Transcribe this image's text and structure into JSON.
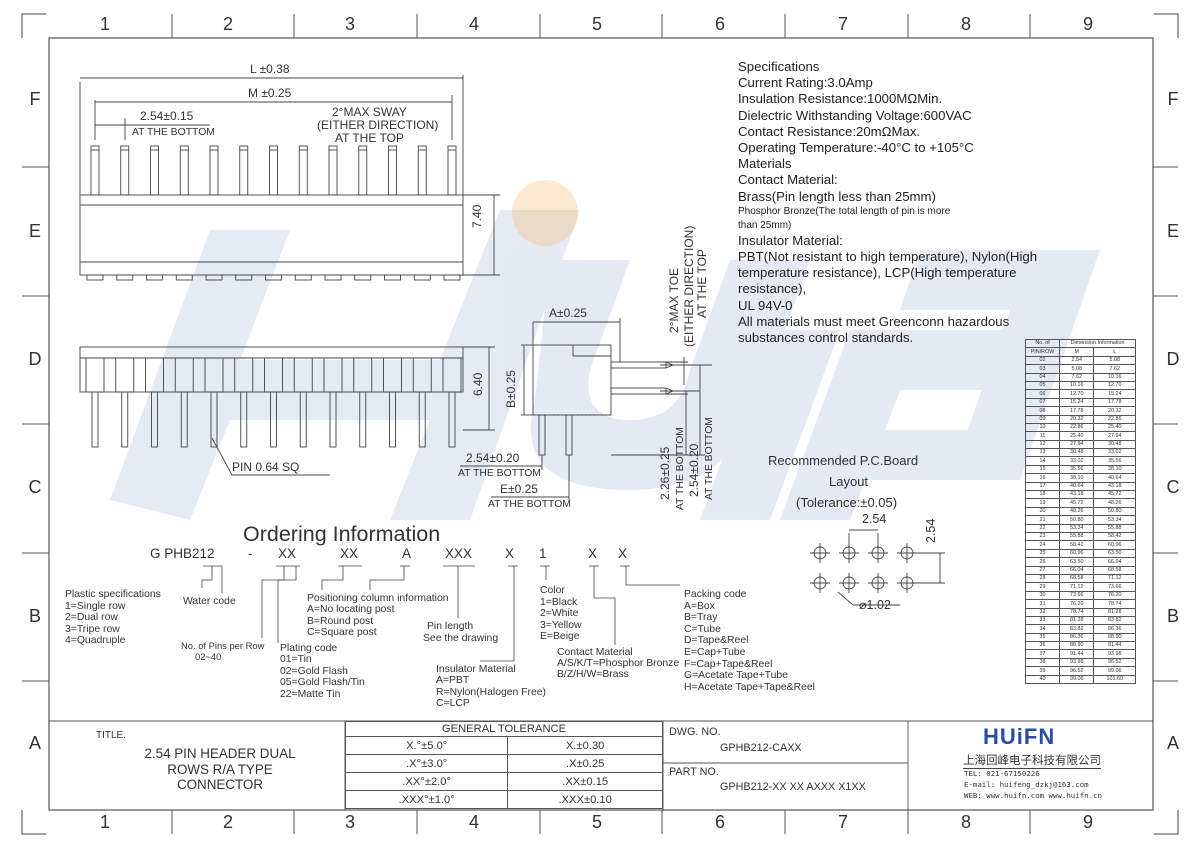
{
  "zones": {
    "columns": [
      "1",
      "2",
      "3",
      "4",
      "5",
      "6",
      "7",
      "8",
      "9"
    ],
    "rows": [
      "F",
      "E",
      "D",
      "C",
      "B",
      "A"
    ]
  },
  "specs": {
    "heading": "Specifications",
    "lines": [
      "Current Rating:3.0Amp",
      "Insulation Resistance:1000MΩMin.",
      "Dielectric Withstanding Voltage:600VAC",
      "Contact Resistance:20mΩMax.",
      "Operating Temperature:-40°C to +105°C",
      "Materials",
      "Contact Material:",
      "Brass(Pin length less than 25mm)"
    ],
    "phosphor_lines": [
      "Phosphor Bronze(The total length of pin is more",
      "than 25mm)"
    ],
    "lines2": [
      "Insulator Material:",
      "PBT(Not resistant to high temperature),  Nylon(High",
      "temperature resistance), LCP(High temperature",
      "resistance),",
      "UL 94V-0",
      "All materials must meet Greenconn hazardous",
      "substances control standards."
    ]
  },
  "dims": {
    "L": "L ±0.38",
    "M": "M ±0.25",
    "pitch": "2.54±0.15",
    "at_bottom": "AT THE BOTTOM",
    "sway1": "2°MAX SWAY",
    "sway2": "(EITHER DIRECTION)",
    "sway3": "AT THE TOP",
    "h740": "7.40",
    "h640": "6.40",
    "pin": "PIN 0.64 SQ",
    "A": "A±0.25",
    "B": "B±0.25",
    "toe1": "2°MAX TOE",
    "toe2": "(EITHER DIRECTION)",
    "toe3": "AT THE TOP",
    "p254_20": "2.54±0.20",
    "E": "E±0.25",
    "v226": "2.26±0.25",
    "v254": "2.54±0.20",
    "at_bottom_v": "AT THE BOTTOM"
  },
  "pcb": {
    "line1": "Recommended P.C.Board",
    "line2": "Layout",
    "line3": "(Tolerance:±0.05)",
    "pitch_h": "2.54",
    "pitch_v": "2.54",
    "hole": "⌀1.02"
  },
  "ordering": {
    "title": "Ordering Information",
    "code": [
      "G PHB212",
      "-",
      "XX",
      "XX",
      "A",
      "XXX",
      "X",
      "1",
      "X",
      "X"
    ],
    "plastic": [
      "Plastic specifications",
      "1=Single row",
      "2=Dual row",
      "3=Tripe row",
      "4=Quadruple"
    ],
    "water": "Water code",
    "pins": [
      "No. of Pins per Row",
      "02~40"
    ],
    "plating": [
      "Plating code",
      "01=Tin",
      "02=Gold Flash",
      "05=Gold Flash/Tin",
      "22=Matte Tin"
    ],
    "position": [
      "Positioning column information",
      "A=No locating post",
      "B=Round post",
      "C=Square post"
    ],
    "insulator": [
      "Insulator Material",
      "A=PBT",
      "R=Nylon(Halogen Free)",
      "C=LCP"
    ],
    "pinlen": [
      "Pin length",
      "See the drawing"
    ],
    "color": [
      "Color",
      "1=Black",
      "2=White",
      "3=Yellow",
      "E=Beige"
    ],
    "contact": [
      "Contact Material",
      "A/S/K/T=Phosphor Bronze",
      "B/Z/H/W=Brass"
    ],
    "packing": [
      "Packing code",
      "A=Box",
      "B=Tray",
      "C=Tube",
      "D=Tape&Reel",
      "E=Cap+Tube",
      "F=Cap+Tape&Reel",
      "G=Acetate Tape+Tube",
      "H=Acetate Tape+Tape&Reel"
    ]
  },
  "dimtable": {
    "h1": "No. of",
    "h2": "Dimension Information",
    "h3": "PIN/ROW",
    "h4": "M",
    "h5": "L",
    "rows": [
      [
        "02",
        "2.54",
        "5.08"
      ],
      [
        "03",
        "5.08",
        "7.62"
      ],
      [
        "04",
        "7.62",
        "10.16"
      ],
      [
        "05",
        "10.16",
        "12.70"
      ],
      [
        "06",
        "12.70",
        "15.24"
      ],
      [
        "07",
        "15.24",
        "17.78"
      ],
      [
        "08",
        "17.78",
        "20.32"
      ],
      [
        "09",
        "20.32",
        "22.86"
      ],
      [
        "10",
        "22.86",
        "25.40"
      ],
      [
        "11",
        "25.40",
        "27.94"
      ],
      [
        "12",
        "27.94",
        "30.48"
      ],
      [
        "13",
        "30.48",
        "33.02"
      ],
      [
        "14",
        "33.02",
        "35.56"
      ],
      [
        "15",
        "35.56",
        "38.10"
      ],
      [
        "16",
        "38.10",
        "40.64"
      ],
      [
        "17",
        "40.64",
        "43.18"
      ],
      [
        "18",
        "43.18",
        "45.72"
      ],
      [
        "19",
        "45.72",
        "48.26"
      ],
      [
        "20",
        "48.26",
        "50.80"
      ],
      [
        "21",
        "50.80",
        "53.34"
      ],
      [
        "22",
        "53.34",
        "55.88"
      ],
      [
        "23",
        "55.88",
        "58.42"
      ],
      [
        "24",
        "58.42",
        "60.96"
      ],
      [
        "25",
        "60.96",
        "63.50"
      ],
      [
        "26",
        "63.50",
        "66.04"
      ],
      [
        "27",
        "66.04",
        "68.58"
      ],
      [
        "28",
        "68.58",
        "71.12"
      ],
      [
        "29",
        "71.12",
        "73.66"
      ],
      [
        "30",
        "73.66",
        "76.20"
      ],
      [
        "31",
        "76.20",
        "78.74"
      ],
      [
        "32",
        "78.74",
        "81.28"
      ],
      [
        "33",
        "81.28",
        "83.82"
      ],
      [
        "34",
        "83.82",
        "86.36"
      ],
      [
        "35",
        "86.36",
        "88.90"
      ],
      [
        "36",
        "88.90",
        "91.44"
      ],
      [
        "37",
        "91.44",
        "93.98"
      ],
      [
        "38",
        "93.98",
        "96.52"
      ],
      [
        "39",
        "96.52",
        "99.06"
      ],
      [
        "40",
        "99.06",
        "101.60"
      ]
    ]
  },
  "titleblock": {
    "title_label": "TITLE.",
    "title_lines": [
      "2.54 PIN HEADER DUAL",
      "ROWS R/A TYPE",
      "CONNECTOR"
    ],
    "tol_header": "GENERAL TOLERANCE",
    "tol_rows": [
      [
        "X.°±5.0°",
        "X.±0.30"
      ],
      [
        ".X°±3.0°",
        ".X±0.25"
      ],
      [
        ".XX°±2.0°",
        ".XX±0.15"
      ],
      [
        ".XXX°±1.0°",
        ".XXX±0.10"
      ]
    ],
    "dwg_label": "DWG. NO.",
    "dwg_value": "GPHB212-CAXX",
    "part_label": "PART NO.",
    "part_value": "GPHB212-XX XX AXXX X1XX",
    "logo": "HUiFN",
    "company": "上海回峰电子科技有限公司",
    "tel": "TEL: 021-67150226",
    "email": "E-mail: huifeng_dzkj@163.com",
    "web": "WEB: www.huifn.com  www.huifn.cn"
  },
  "watermark": "HUiFN",
  "colors": {
    "watermark": "#2a4fa0",
    "watermark_dot": "#f3c07a",
    "line": "#444444"
  }
}
